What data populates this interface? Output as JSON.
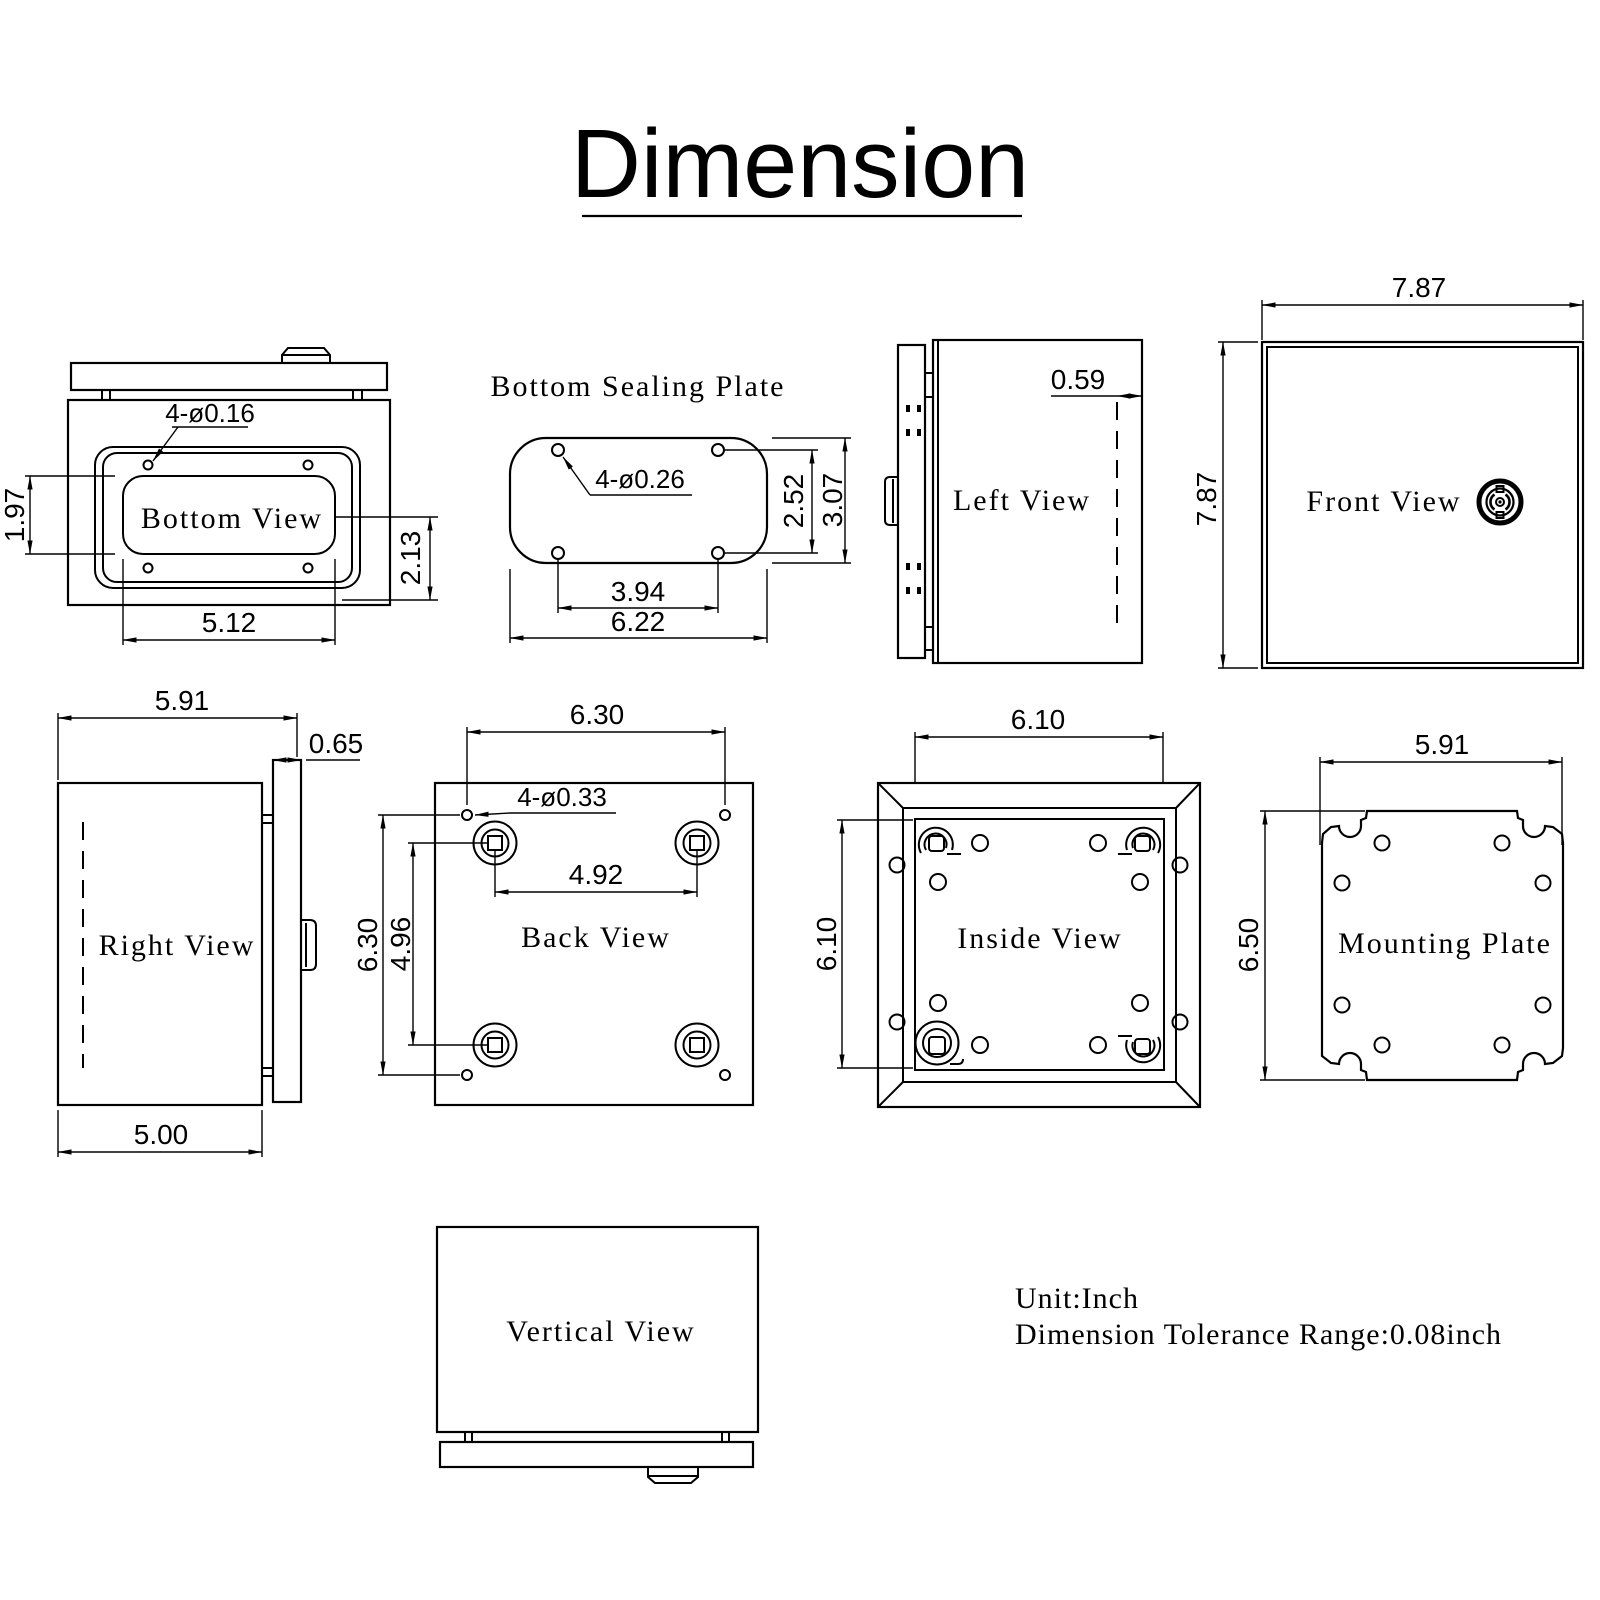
{
  "title": "Dimension",
  "colors": {
    "ink": "#000000",
    "background": "#ffffff"
  },
  "notes": {
    "unit": "Unit:Inch",
    "tolerance": "Dimension Tolerance Range:0.08inch"
  },
  "views": {
    "bottom_view": {
      "label": "Bottom View",
      "hole_callout": "4-ø0.16",
      "dim_height_inner": "1.97",
      "dim_height_right": "2.13",
      "dim_width": "5.12"
    },
    "bottom_sealing_plate": {
      "label": "Bottom Sealing Plate",
      "hole_callout": "4-ø0.26",
      "dim_hole_spacing_v": "2.52",
      "dim_height": "3.07",
      "dim_hole_spacing_h": "3.94",
      "dim_width": "6.22"
    },
    "left_view": {
      "label": "Left View",
      "dim_lid_depth": "0.59"
    },
    "front_view": {
      "label": "Front View",
      "dim_width": "7.87",
      "dim_height": "7.87"
    },
    "right_view": {
      "label": "Right View",
      "dim_width_total": "5.91",
      "dim_door": "0.65",
      "dim_width_body": "5.00"
    },
    "back_view": {
      "label": "Back View",
      "hole_callout": "4-ø0.33",
      "dim_hole_spacing_h": "6.30",
      "dim_boss_spacing_h": "4.92",
      "dim_hole_spacing_v": "6.30",
      "dim_boss_spacing_v": "4.96"
    },
    "inside_view": {
      "label": "Inside View",
      "dim_width": "6.10",
      "dim_height": "6.10"
    },
    "mounting_plate": {
      "label": "Mounting Plate",
      "dim_width": "5.91",
      "dim_height": "6.50"
    },
    "vertical_view": {
      "label": "Vertical View"
    }
  }
}
